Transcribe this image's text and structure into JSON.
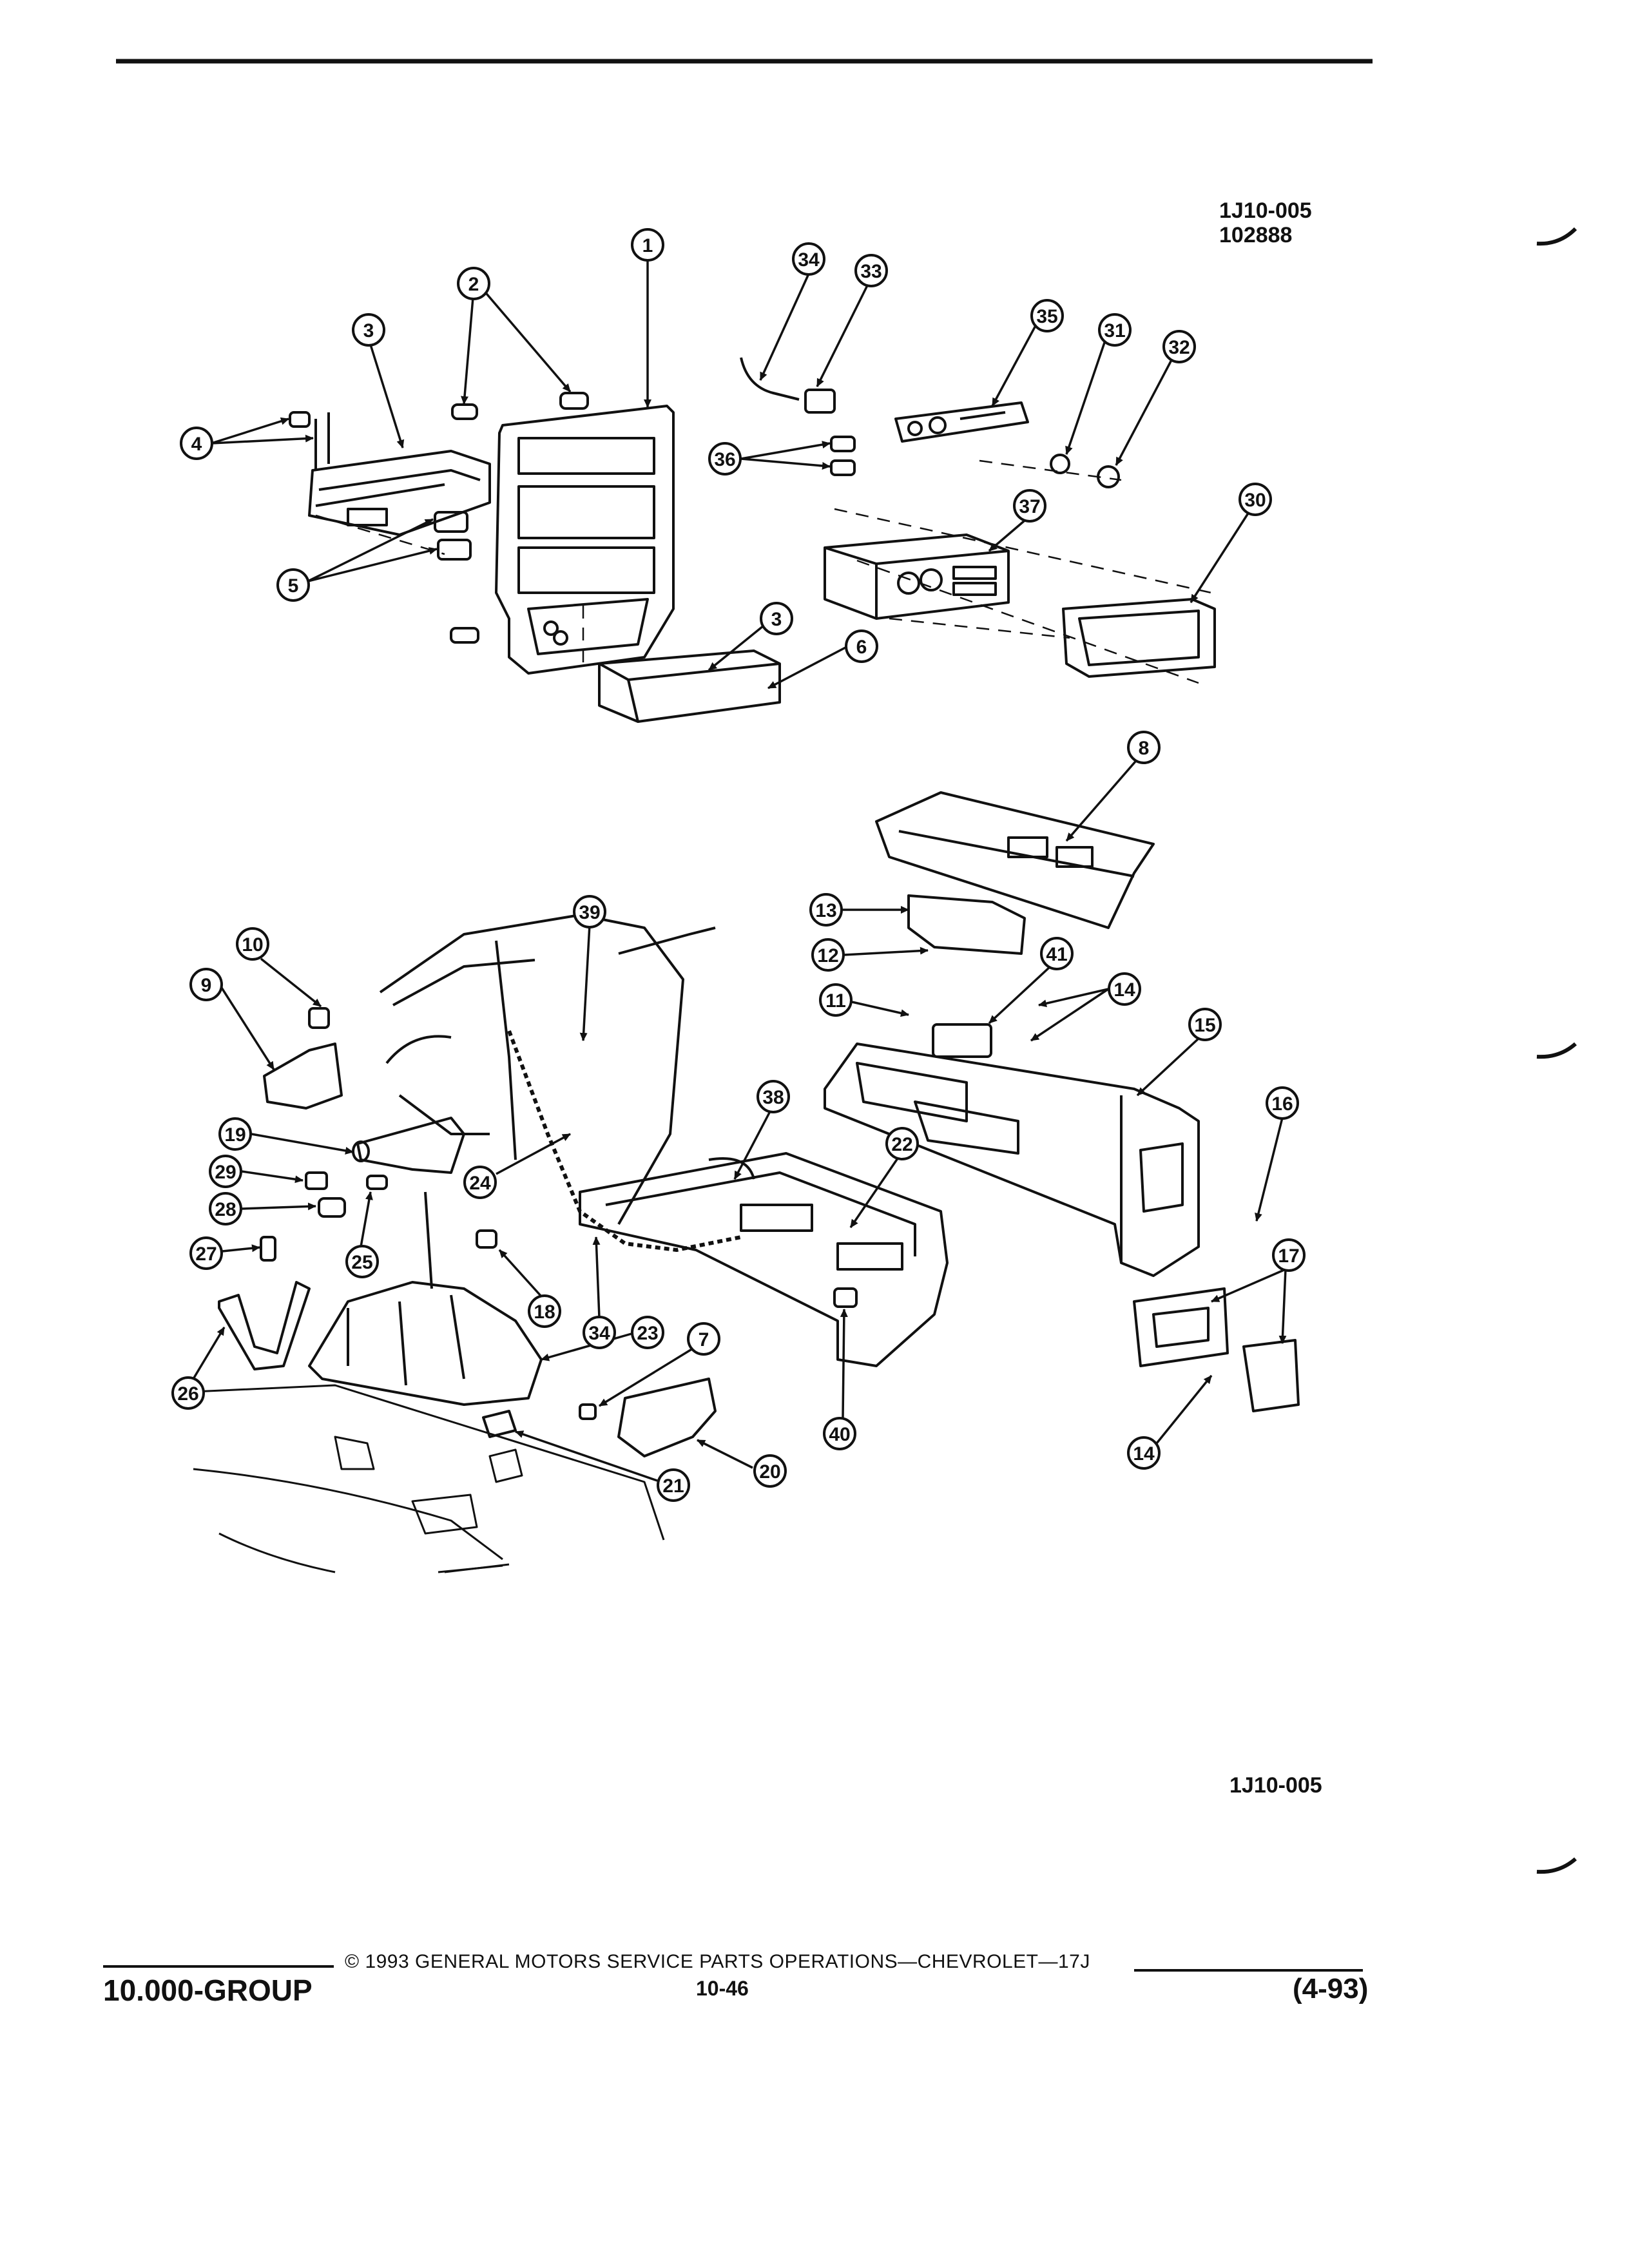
{
  "figure": {
    "code_top": "1J10-005",
    "number_top": "102888",
    "code_bottom": "1J10-005"
  },
  "callouts": [
    "1",
    "2",
    "3",
    "4",
    "5",
    "3",
    "6",
    "34",
    "33",
    "35",
    "31",
    "32",
    "36",
    "37",
    "30",
    "8",
    "13",
    "12",
    "41",
    "11",
    "14",
    "15",
    "16",
    "17",
    "14",
    "39",
    "10",
    "9",
    "19",
    "29",
    "28",
    "27",
    "26",
    "25",
    "24",
    "18",
    "34",
    "38",
    "22",
    "23",
    "7",
    "40",
    "20",
    "21"
  ],
  "footer": {
    "copyright": "© 1993 GENERAL MOTORS SERVICE PARTS OPERATIONS—CHEVROLET—17J",
    "group": "10.000-GROUP",
    "page": "10-46",
    "date": "(4-93)"
  },
  "colors": {
    "ink": "#111111",
    "paper": "#ffffff"
  }
}
